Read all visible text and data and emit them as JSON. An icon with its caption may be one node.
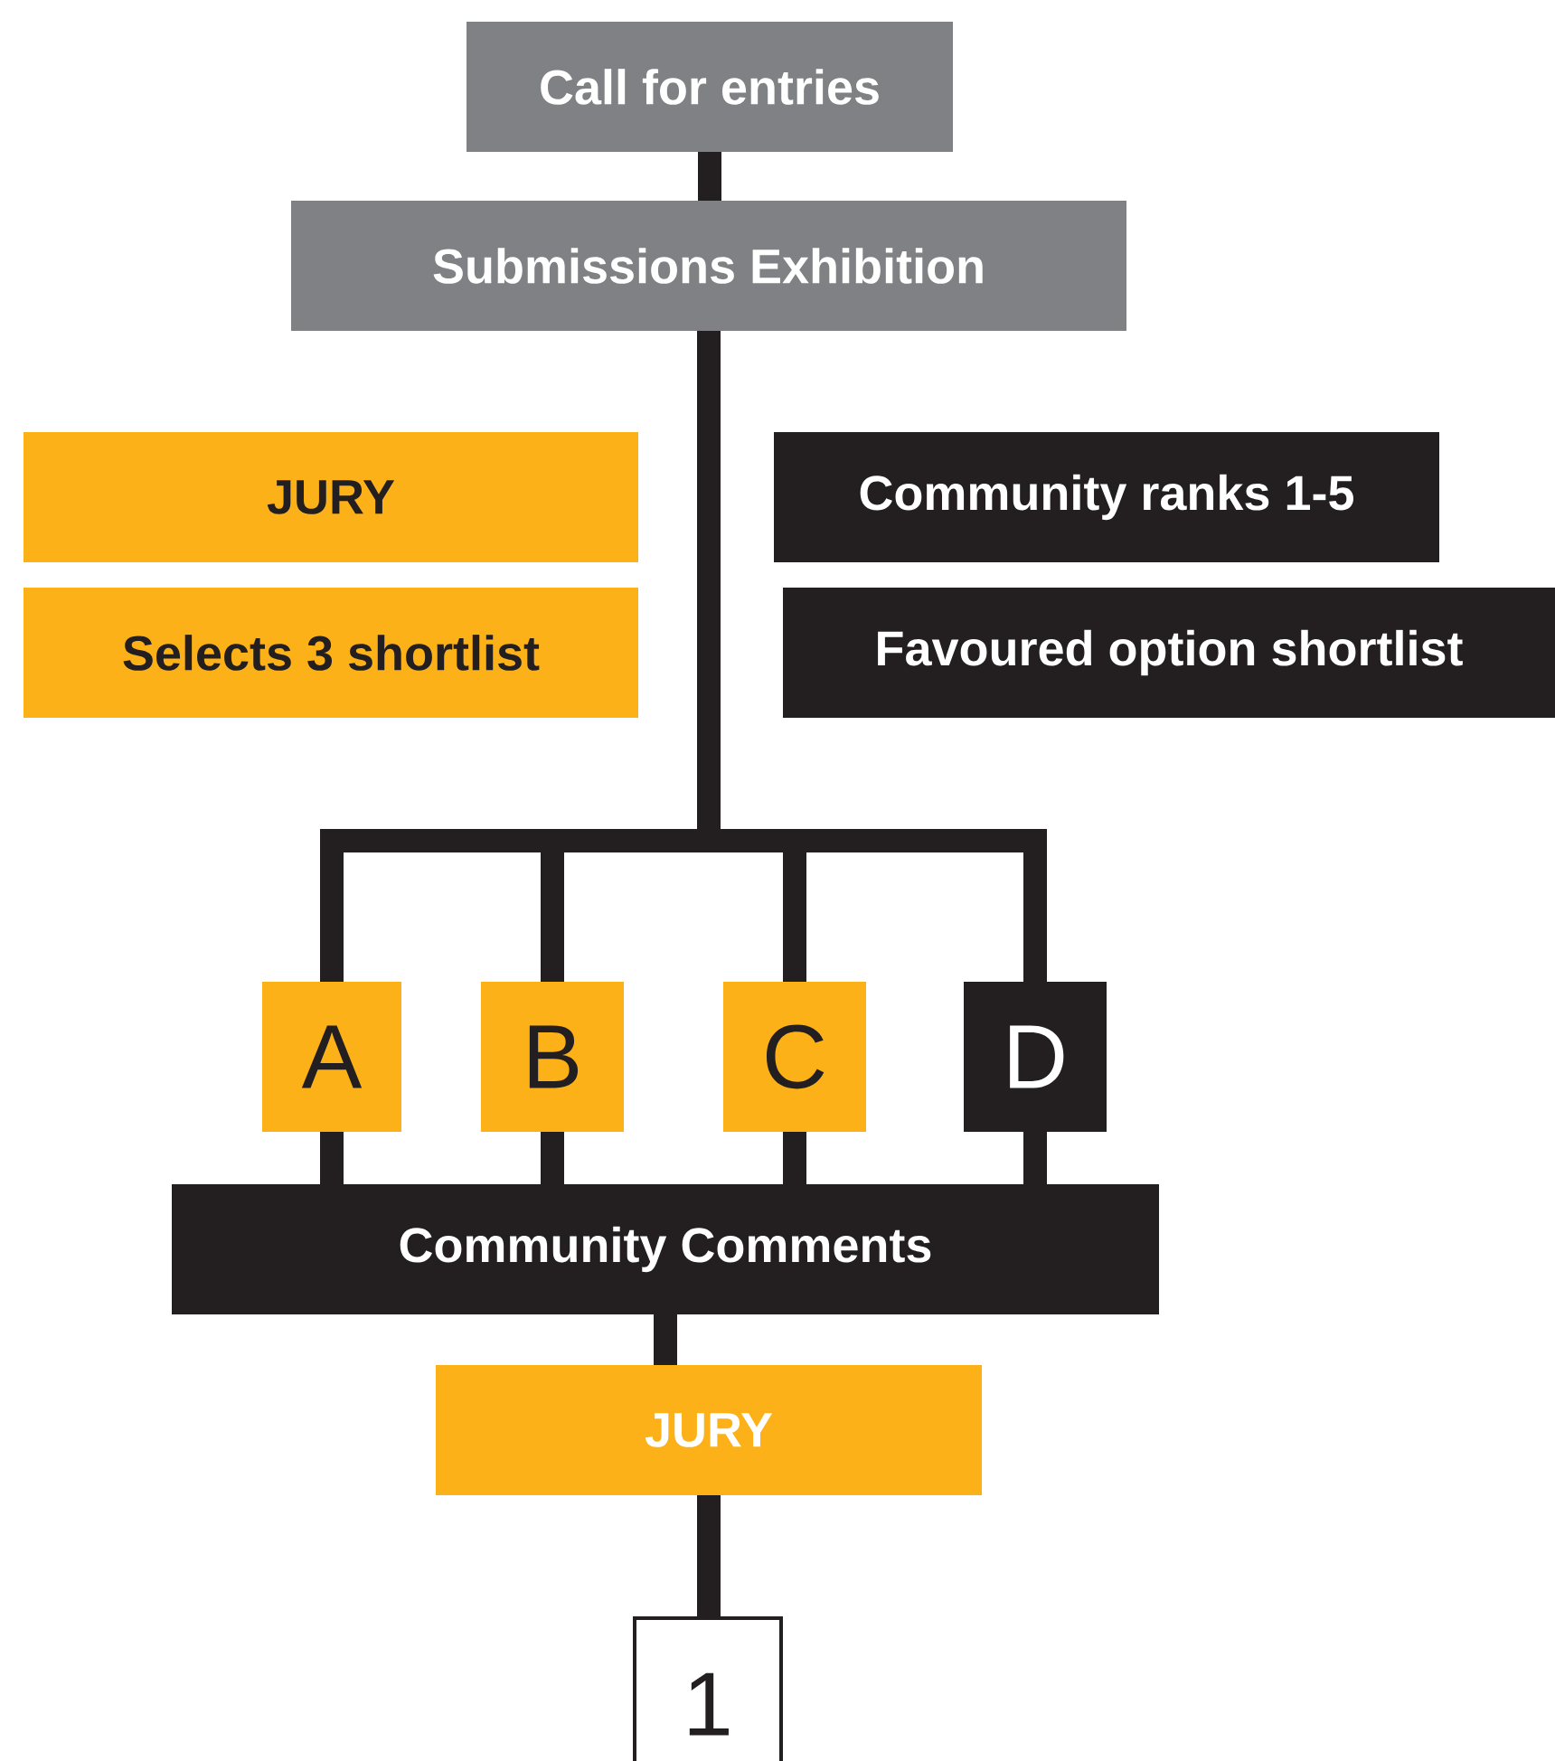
{
  "diagram": {
    "nodes": [
      {
        "text": [
          "Call for entries"
        ]
      },
      {
        "text": [
          "Submissions Exhibition"
        ]
      },
      {
        "text": [
          "JURY"
        ]
      },
      {
        "text": [
          "Selects 3 shortlist"
        ]
      },
      {
        "text": [
          "Community ranks 1-5"
        ]
      },
      {
        "text": [
          "Favoured option shortlist"
        ]
      },
      {
        "text": [
          "A"
        ]
      },
      {
        "text": [
          "B"
        ]
      },
      {
        "text": [
          "C"
        ]
      },
      {
        "text": [
          "D"
        ]
      },
      {
        "text": [
          "Community Comments"
        ]
      },
      {
        "text": [
          "JURY"
        ]
      },
      {
        "text": [
          "1"
        ]
      }
    ],
    "edges": [
      {
        "from": 0,
        "to": 1,
        "arrow": "none"
      },
      {
        "from": 1,
        "to": 6,
        "arrow": "none"
      },
      {
        "from": 1,
        "to": 7,
        "arrow": "none"
      },
      {
        "from": 1,
        "to": 8,
        "arrow": "none"
      },
      {
        "from": 1,
        "to": 9,
        "arrow": "none"
      },
      {
        "from": 6,
        "to": 10,
        "arrow": "none"
      },
      {
        "from": 7,
        "to": 10,
        "arrow": "none"
      },
      {
        "from": 8,
        "to": 10,
        "arrow": "none"
      },
      {
        "from": 9,
        "to": 10,
        "arrow": "none"
      },
      {
        "from": 10,
        "to": 11,
        "arrow": "none"
      },
      {
        "from": 11,
        "to": 12,
        "arrow": "none"
      }
    ]
  }
}
